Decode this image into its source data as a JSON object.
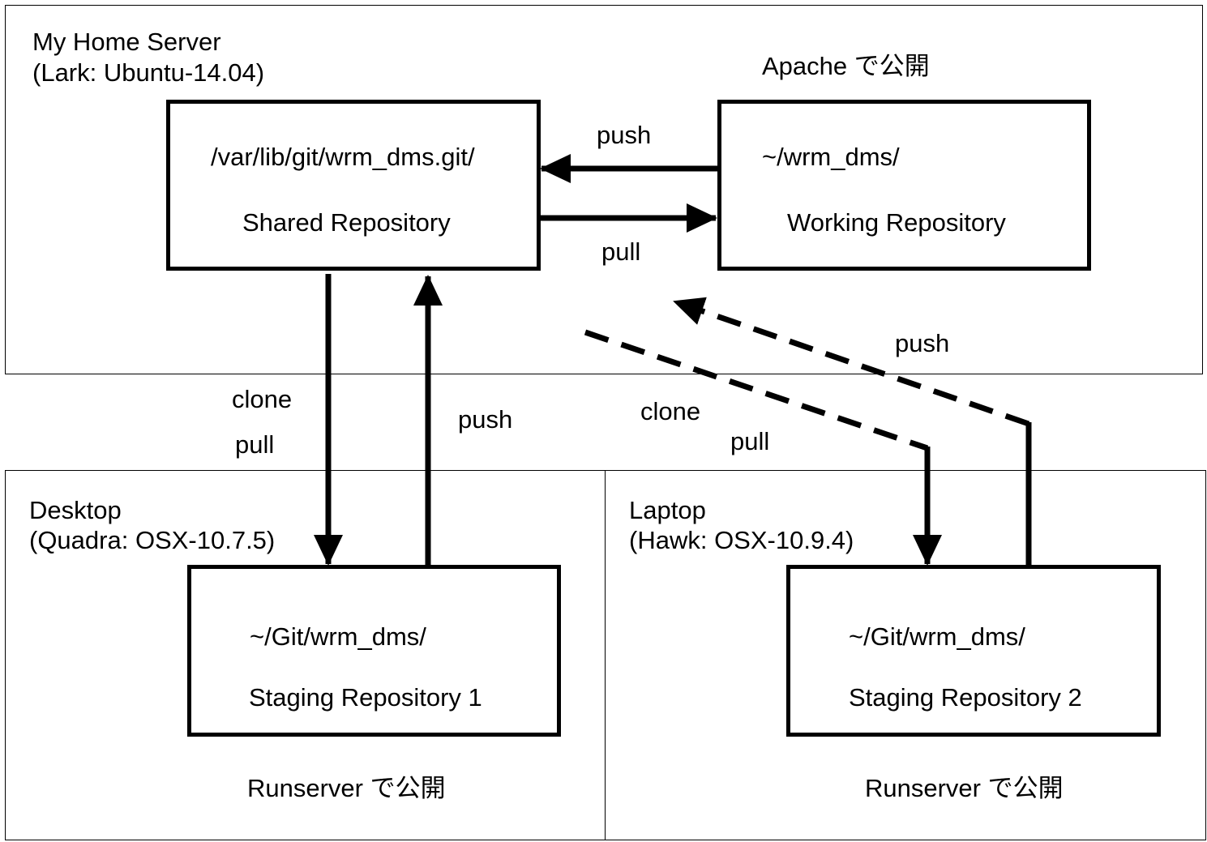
{
  "regions": {
    "server": {
      "name": "My Home Server",
      "host": "(Lark: Ubuntu-14.04)"
    },
    "desktop": {
      "name": "Desktop",
      "host": "(Quadra: OSX-10.7.5)"
    },
    "laptop": {
      "name": "Laptop",
      "host": "(Hawk: OSX-10.9.4)"
    }
  },
  "repos": {
    "shared": {
      "path": "/var/lib/git/wrm_dms.git/",
      "label": "Shared Repository"
    },
    "working": {
      "path": "~/wrm_dms/",
      "label": "Working Repository"
    },
    "staging1": {
      "path": "~/Git/wrm_dms/",
      "label": "Staging Repository 1"
    },
    "staging2": {
      "path": "~/Git/wrm_dms/",
      "label": "Staging Repository 2"
    }
  },
  "publish": {
    "apache": "Apache で公開",
    "desktop": "Runserver で公開",
    "laptop": "Runserver で公開"
  },
  "arrow_labels": {
    "working_to_shared": "push",
    "shared_to_working": "pull",
    "shared_to_staging1_a": "clone",
    "shared_to_staging1_b": "pull",
    "staging1_to_shared": "push",
    "shared_to_staging2_a": "clone",
    "shared_to_staging2_b": "pull",
    "staging2_to_shared": "push"
  }
}
